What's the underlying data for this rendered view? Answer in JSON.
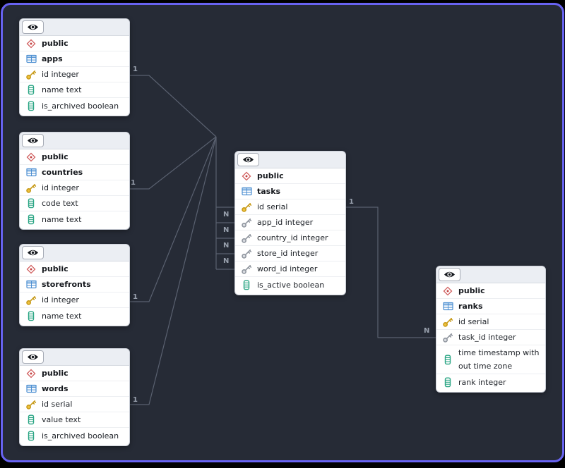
{
  "diagram": {
    "type": "database-schema",
    "colors": {
      "frame": "#6863f2",
      "canvas_background": "#262b36",
      "wire": "#5a6170",
      "primary_key_icon": "#e3b332",
      "foreign_key_icon": "#9aa0a8",
      "column_icon": "#2aa584",
      "table_icon": "#4d8fd1",
      "schema_icon": "#c94d4d"
    },
    "icons": {
      "header_button": "eye-icon",
      "schema": "diamond-icon",
      "table": "table-grid-icon",
      "primary_key": "key-gold-icon",
      "foreign_key": "key-gray-icon",
      "column": "column-stripes-icon"
    }
  },
  "tables": [
    {
      "schema": "public",
      "name": "apps",
      "columns": [
        {
          "icon": "primary-key",
          "text": "id integer"
        },
        {
          "icon": "column",
          "text": "name text"
        },
        {
          "icon": "column",
          "text": "is_archived boolean"
        }
      ]
    },
    {
      "schema": "public",
      "name": "countries",
      "columns": [
        {
          "icon": "primary-key",
          "text": "id integer"
        },
        {
          "icon": "column",
          "text": "code text"
        },
        {
          "icon": "column",
          "text": "name text"
        }
      ]
    },
    {
      "schema": "public",
      "name": "storefronts",
      "columns": [
        {
          "icon": "primary-key",
          "text": "id integer"
        },
        {
          "icon": "column",
          "text": "name text"
        }
      ]
    },
    {
      "schema": "public",
      "name": "words",
      "columns": [
        {
          "icon": "primary-key",
          "text": "id serial"
        },
        {
          "icon": "column",
          "text": "value text"
        },
        {
          "icon": "column",
          "text": "is_archived boolean"
        }
      ]
    },
    {
      "schema": "public",
      "name": "tasks",
      "columns": [
        {
          "icon": "primary-key",
          "text": "id serial"
        },
        {
          "icon": "foreign-key",
          "text": "app_id integer"
        },
        {
          "icon": "foreign-key",
          "text": "country_id integer"
        },
        {
          "icon": "foreign-key",
          "text": "store_id integer"
        },
        {
          "icon": "foreign-key",
          "text": "word_id integer"
        },
        {
          "icon": "column",
          "text": "is_active boolean"
        }
      ]
    },
    {
      "schema": "public",
      "name": "ranks",
      "columns": [
        {
          "icon": "primary-key",
          "text": "id serial"
        },
        {
          "icon": "foreign-key",
          "text": "task_id integer"
        },
        {
          "icon": "column",
          "text": "time timestamp without time zone"
        },
        {
          "icon": "column",
          "text": "rank integer"
        }
      ]
    }
  ],
  "relationships": [
    {
      "from": "apps.id",
      "to": "tasks.app_id",
      "source_cardinality": "1",
      "target_cardinality": "N"
    },
    {
      "from": "countries.id",
      "to": "tasks.country_id",
      "source_cardinality": "1",
      "target_cardinality": "N"
    },
    {
      "from": "storefronts.id",
      "to": "tasks.store_id",
      "source_cardinality": "1",
      "target_cardinality": "N"
    },
    {
      "from": "words.id",
      "to": "tasks.word_id",
      "source_cardinality": "1",
      "target_cardinality": "N"
    },
    {
      "from": "tasks.id",
      "to": "ranks.task_id",
      "source_cardinality": "1",
      "target_cardinality": "N"
    }
  ]
}
